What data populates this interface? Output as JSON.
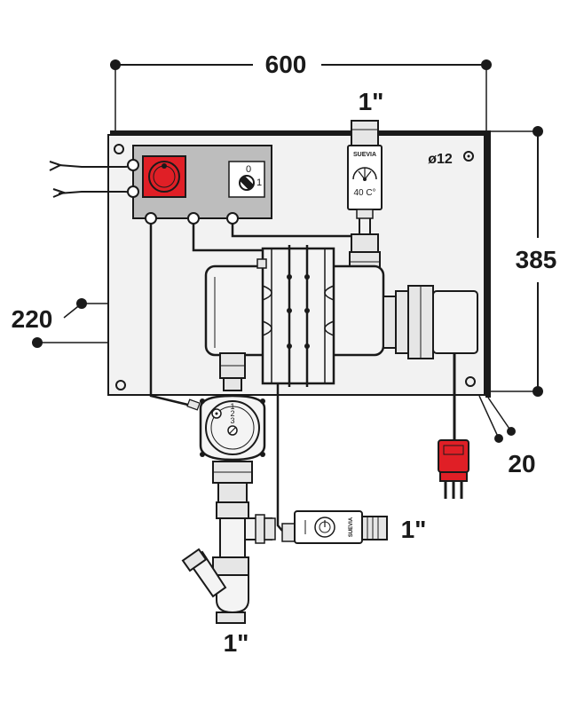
{
  "dimensions": {
    "width": "600",
    "height": "385",
    "side": "220",
    "depth": "20",
    "hole": "ø12"
  },
  "connections": {
    "top": "1\"",
    "right_outlet": "1\"",
    "bottom": "1\""
  },
  "thermostat": {
    "brand": "SUEVIA",
    "setpoint": "40 C°"
  },
  "valve": {
    "brand": "SUEVIA"
  },
  "switch": {
    "off_label": "0",
    "on_label": "1"
  },
  "pump_speed": {
    "s1": "1",
    "s2": "2",
    "s3": "3"
  },
  "colors": {
    "panel": "#f2f2f2",
    "control_box": "#bdbdbd",
    "socket_red": "#e01f26",
    "plug_red": "#e01f26",
    "line": "#1a1a1a"
  }
}
